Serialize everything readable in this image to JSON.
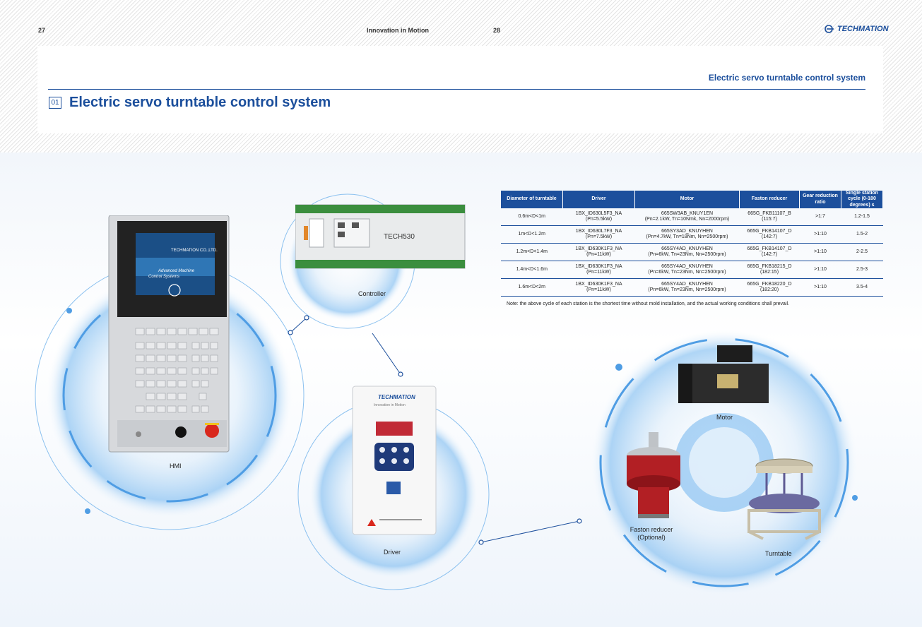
{
  "header": {
    "page_left": "27",
    "tagline": "Innovation in Motion",
    "page_right": "28",
    "brand": "TECHMATION"
  },
  "section": {
    "right_title": "Electric servo turntable control system",
    "number": "01",
    "title": "Electric servo turntable control system"
  },
  "components": {
    "hmi": "HMI",
    "controller": "Controller",
    "controller_model": "TECH530",
    "driver": "Driver",
    "driver_brand": "TECHMATION",
    "driver_sub": "Innovation in Motion",
    "motor": "Motor",
    "reducer": "Faston reducer\n(Optional)",
    "turntable": "Turntable",
    "hmi_screen_line1": "Advanced Machine",
    "hmi_screen_line2": "Control Systems",
    "hmi_screen_company": "TECHMATION CO.,LTD."
  },
  "table": {
    "headers": [
      "Diameter of turntable",
      "Driver",
      "Motor",
      "Faston reducer",
      "Gear reduction ratio",
      "Single station cycle (0-180 degrees) s"
    ],
    "rows": [
      [
        "0.6m<D<1m",
        "1BX_ID630L5F3_NA\n(Pn=5.5kW)",
        "665SW3AB_KNUY1EN\n(Pn=2.1kW, Tn=10Nmk, Nn=2000rpm)",
        "665G_FKB11107_B\n(115:7)",
        ">1:7",
        "1.2-1.5"
      ],
      [
        "1m<D<1.2m",
        "1BX_ID630L7F3_NA\n(Pn=7.5kW)",
        "665SY3AD_KNUYHEN\n(Pn=4.7kW, Tn=18Nm, Nn=2500rpm)",
        "665G_FKB14107_D\n(142:7)",
        ">1:10",
        "1.5-2"
      ],
      [
        "1.2m<D<1.4m",
        "1BX_ID630K1F3_NA\n(Pn=11kW)",
        "665SY4AD_KNUYHEN\n(Pn=6kW, Tn=23Nm, Nn=2500rpm)",
        "665G_FKB14107_D\n(142:7)",
        ">1:10",
        "2-2.5"
      ],
      [
        "1.4m<D<1.6m",
        "1BX_ID630K1F3_NA\n(Pn=11kW)",
        "665SY4AD_KNUYHEN\n(Pn=6kW, Tn=23Nm, Nn=2500rpm)",
        "665G_FKB18215_D\n(182:15)",
        ">1:10",
        "2.5-3"
      ],
      [
        "1.6m<D<2m",
        "1BX_ID630K1F3_NA\n(Pn=11kW)",
        "665SY4AD_KNUYHEN\n(Pn=6kW, Tn=23Nm, Nn=2500rpm)",
        "665G_FKB18220_D\n(182:20)",
        ">1:10",
        "3.5-4"
      ]
    ],
    "note": "Note: the above cycle of each station is the shortest time without mold installation, and the actual working conditions shall prevail."
  },
  "colors": {
    "brand_blue": "#1c4f9c",
    "glow_blue": "#5aa8ea",
    "estop_red": "#d9281d"
  }
}
